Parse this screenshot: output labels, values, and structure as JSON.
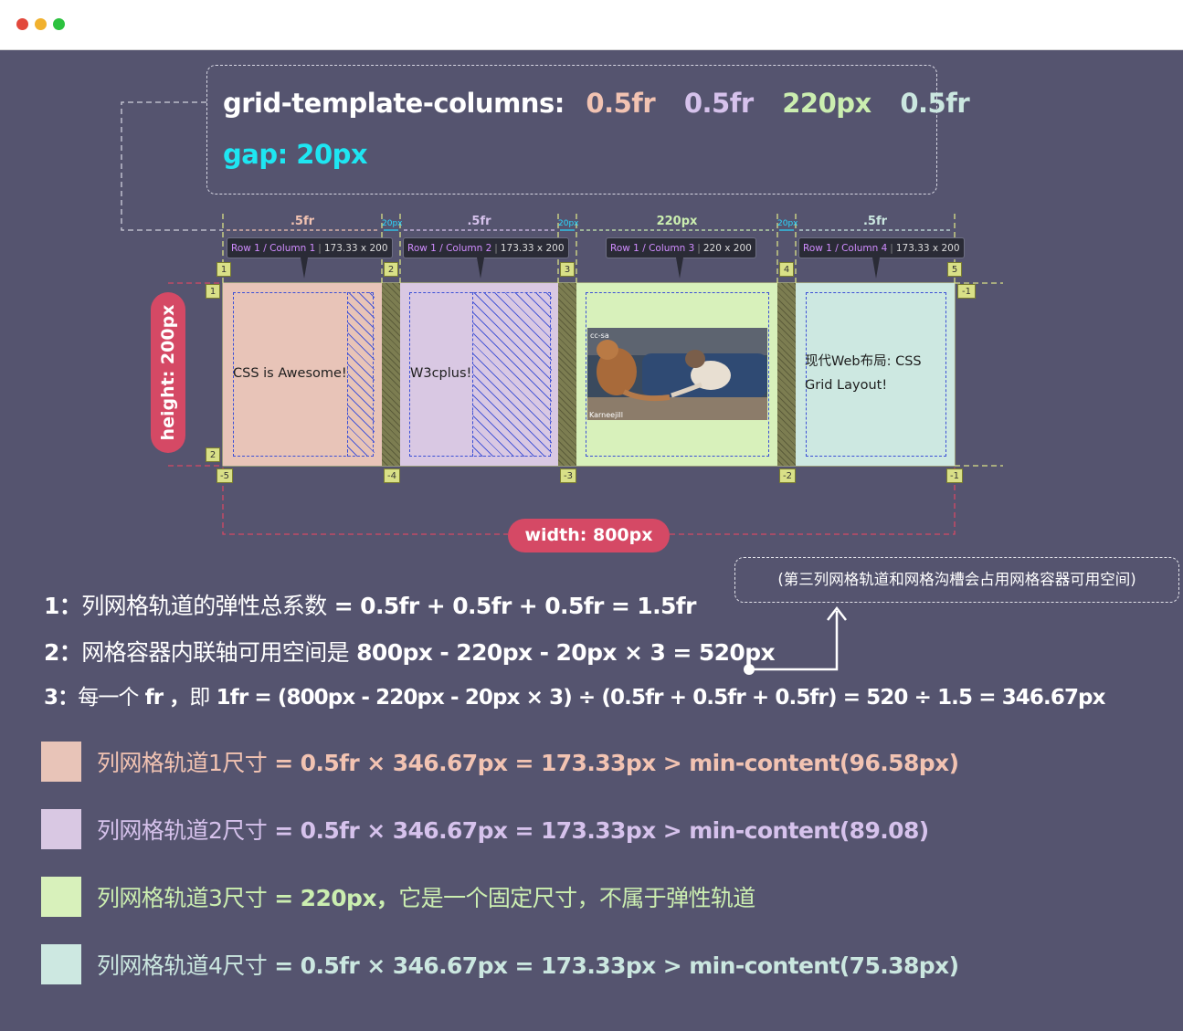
{
  "colors": {
    "background": "#55546f",
    "col1": "#e8c4b8",
    "col2": "#d9c8e3",
    "col3": "#d8f1bb",
    "col4": "#cde8e1",
    "col1_text": "#f2c3b2",
    "col2_text": "#d6c2ec",
    "col3_text": "#cbeeb0",
    "col4_text": "#cbe7e0",
    "gap_text": "#1ee6f2",
    "pill": "#d54965"
  },
  "code": {
    "property": "grid-template-columns:",
    "values": [
      "0.5fr",
      "0.5fr",
      "220px",
      "0.5fr"
    ],
    "gap": "gap: 20px"
  },
  "measures": {
    "tracks": [
      ".5fr",
      ".5fr",
      "220px",
      ".5fr"
    ],
    "gaps": [
      "20px",
      "20px",
      "20px"
    ]
  },
  "tags": [
    {
      "label": "Row 1 / Column 1",
      "size": "173.33 x 200"
    },
    {
      "label": "Row 1 / Column 2",
      "size": "173.33 x 200"
    },
    {
      "label": "Row 1 / Column 3",
      "size": "220 x 200"
    },
    {
      "label": "Row 1 / Column 4",
      "size": "173.33 x 200"
    }
  ],
  "line_numbers": {
    "columns_top": [
      "1",
      "2",
      "3",
      "4",
      "5"
    ],
    "columns_bottom": [
      "-5",
      "-4",
      "-3",
      "-2",
      "-1"
    ],
    "rows_left": [
      "1",
      "2"
    ],
    "rows_right": [
      "-1",
      "-1"
    ]
  },
  "cells": {
    "c1": "CSS is Awesome!",
    "c2": "W3cplus!",
    "c4": "现代Web布局: CSS Grid Layout!",
    "image_watermark_top": "cc-sa",
    "image_watermark_bottom": "Karneejill"
  },
  "pills": {
    "height": "height: 200px",
    "width": "width: 800px"
  },
  "note": "(第三列网格轨道和网格沟槽会占用网格容器可用空间)",
  "lines": {
    "l1_num": "1：",
    "l1_text": "列网格轨道的弹性总系数",
    "l1_formula": " = 0.5fr + 0.5fr  + 0.5fr = 1.5fr",
    "l2_num": "2：",
    "l2_text": "网格容器内联轴可用空间是",
    "l2_formula": " 800px - 220px - 20px × 3 = 520px",
    "l3_num": "3：",
    "l3_text": "每一个",
    "l3_fr": " fr ，",
    "l3_text2": "即",
    "l3_formula": " 1fr = (800px - 220px - 20px × 3)  ÷ (0.5fr + 0.5fr  + 0.5fr) = 520 ÷  1.5  =  346.67px"
  },
  "tracks": [
    {
      "text": "列网格轨道1尺寸",
      "formula": " = 0.5fr ×  346.67px  =  173.33px  >  min-content(96.58px)"
    },
    {
      "text": "列网格轨道2尺寸",
      "formula": " = 0.5fr ×  346.67px  =  173.33px >  min-content(89.08)"
    },
    {
      "text": "列网格轨道3尺寸",
      "formula": " = 220px，",
      "suffix": "它是一个固定尺寸，不属于弹性轨道"
    },
    {
      "text": "列网格轨道4尺寸",
      "formula": " = 0.5fr ×  346.67px  =  173.33px  >  min-content(75.38px)"
    }
  ]
}
